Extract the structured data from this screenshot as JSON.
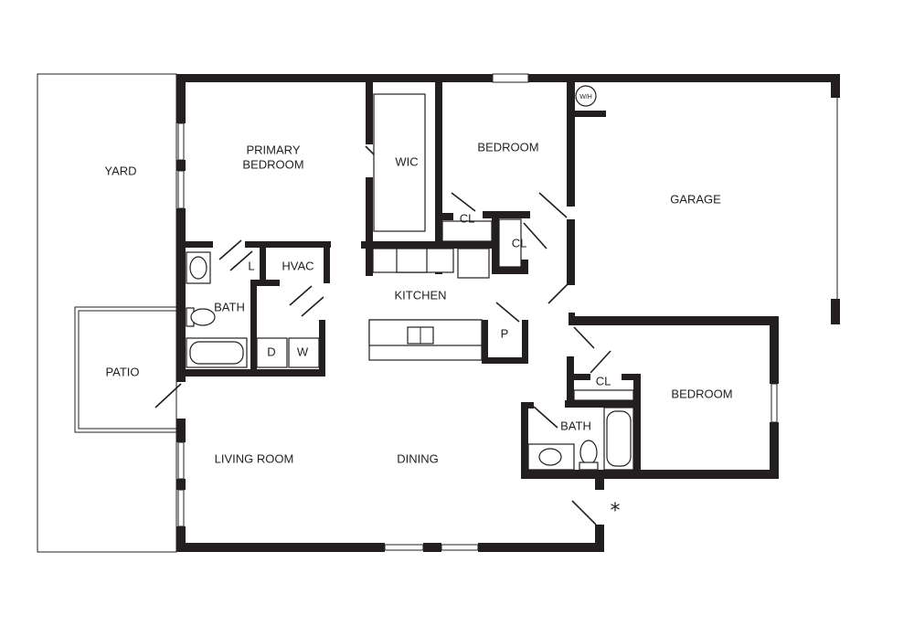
{
  "rooms": {
    "yard": "YARD",
    "patio": "PATIO",
    "primary_bedroom_line1": "PRIMARY",
    "primary_bedroom_line2": "BEDROOM",
    "wic": "WIC",
    "bedroom_top": "BEDROOM",
    "garage": "GARAGE",
    "cl_top_left": "CL",
    "cl_top_right": "CL",
    "laundry": "L",
    "hvac": "HVAC",
    "kitchen": "KITCHEN",
    "bath_left": "BATH",
    "dryer": "D",
    "washer": "W",
    "pantry": "P",
    "cl_bottom": "CL",
    "bedroom_bottom": "BEDROOM",
    "bath_right": "BATH",
    "living_room": "LIVING ROOM",
    "dining": "DINING",
    "water_heater": "W/H",
    "entry_marker": "*"
  }
}
